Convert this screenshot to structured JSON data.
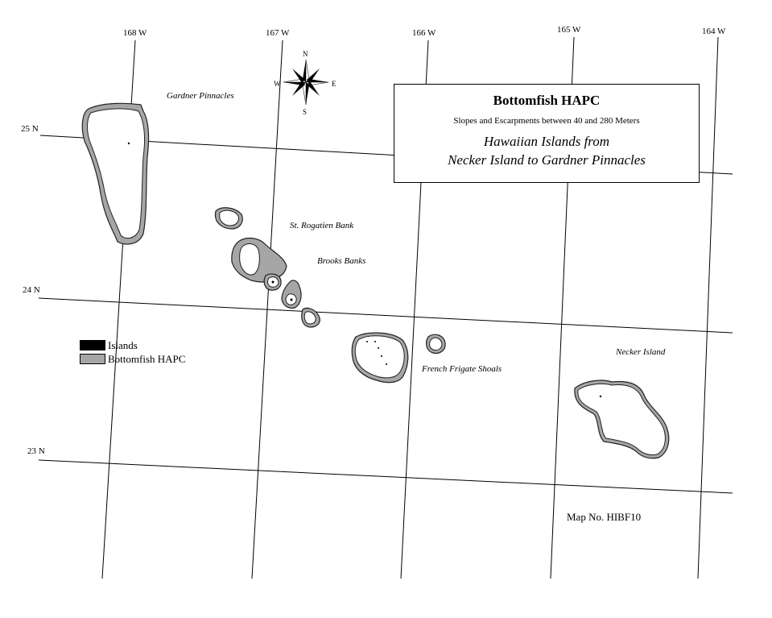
{
  "map": {
    "longitude_labels": [
      "168 W",
      "167 W",
      "166 W",
      "165 W",
      "164 W"
    ],
    "latitude_labels": [
      "25 N",
      "24 N",
      "23 N"
    ],
    "place_labels": {
      "gardner": "Gardner Pinnacles",
      "st_rogatien": "St. Rogatien Bank",
      "brooks": "Brooks Banks",
      "french_frigate": "French Frigate Shoals",
      "necker": "Necker Island"
    },
    "compass": {
      "n": "N",
      "s": "S",
      "e": "E",
      "w": "W"
    },
    "colors": {
      "island": "#000000",
      "hapc": "#a6a6a6"
    }
  },
  "title_box": {
    "title": "Bottomfish HAPC",
    "subtitle": "Slopes and Escarpments between 40 and 280 Meters",
    "region_line1": "Hawaiian Islands from",
    "region_line2": "Necker Island to Gardner Pinnacles"
  },
  "legend": {
    "islands": "Islands",
    "hapc": "Bottomfish HAPC"
  },
  "map_number": "Map No. HIBF10"
}
